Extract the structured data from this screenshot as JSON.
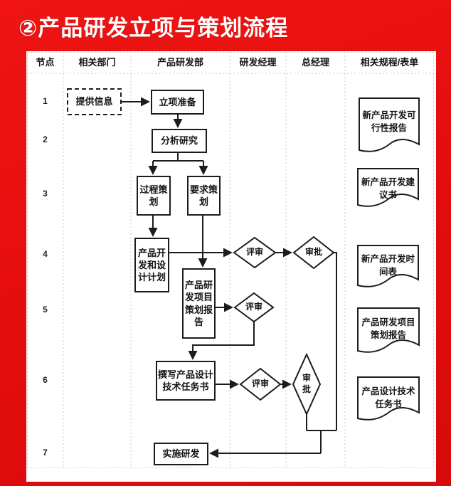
{
  "title": "②产品研发立项与策划流程",
  "table": {
    "headers": [
      "节点",
      "相关部门",
      "产品研发部",
      "研发经理",
      "总经理",
      "相关规程/表单"
    ],
    "row_numbers": [
      "1",
      "2",
      "3",
      "4",
      "5",
      "6",
      "7"
    ]
  },
  "nodes": {
    "provide_info": {
      "label": "提供信息",
      "shape": "dashed-rect"
    },
    "project_prep": {
      "label": "立项准备",
      "shape": "rect"
    },
    "analysis": {
      "label": "分析研究",
      "shape": "rect"
    },
    "process_planning": {
      "label": "过程策划",
      "shape": "rect"
    },
    "requirement_planning": {
      "label": "要求策划",
      "shape": "rect"
    },
    "dev_design_plan": {
      "label": "产品开发和设计计划",
      "shape": "rect"
    },
    "planning_report": {
      "label": "产品研发项目策划报告",
      "shape": "rect"
    },
    "write_task_book": {
      "label": "撰写产品设计技术任务书",
      "shape": "rect"
    },
    "implement": {
      "label": "实施研发",
      "shape": "rect"
    },
    "review1": {
      "label": "评审",
      "shape": "diamond"
    },
    "approve1": {
      "label": "审批",
      "shape": "diamond"
    },
    "review2": {
      "label": "评审",
      "shape": "diamond"
    },
    "review3": {
      "label": "评审",
      "shape": "diamond"
    },
    "approve2": {
      "label": "审批",
      "shape": "diamond"
    }
  },
  "documents": [
    {
      "label": "新产品开发可行性报告"
    },
    {
      "label": "新产品开发建议书"
    },
    {
      "label": "新产品开发时间表"
    },
    {
      "label": "产品研发项目策划报告"
    },
    {
      "label": "产品设计技术任务书"
    }
  ],
  "colors": {
    "background_red": "#e30d0d",
    "title_text": "#ffffff",
    "line_black": "#1c1c1c",
    "grid_gray": "#c9c9c9",
    "node_fill": "#ffffff"
  }
}
